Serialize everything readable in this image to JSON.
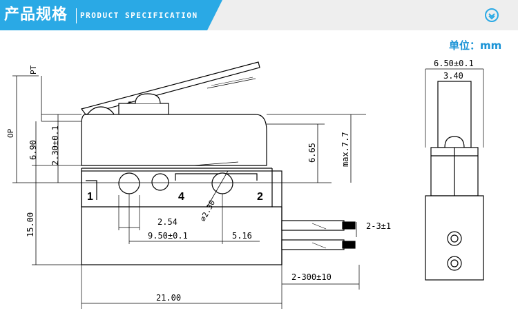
{
  "header": {
    "title": "产品规格",
    "subtitle": "PRODUCT SPECIFICATION",
    "accent_color": "#2aa9e5",
    "scroll_icon": "chevron-down-circle-icon"
  },
  "unit_label": "单位：mm",
  "front_view": {
    "dim_pt": "PT",
    "dim_op": "OP",
    "dim_690": "6.90",
    "dim_230": "2.30±0.1",
    "dim_665": "6.65",
    "dim_max77": "max.7.7",
    "dim_1500": "15.00",
    "dim_254": "2.54",
    "dim_hole": "⌀2.30",
    "dim_950": "9.50±0.1",
    "dim_516": "5.16",
    "dim_2100": "21.00",
    "dim_wire_strip": "2-3±1",
    "dim_wire_len": "2-300±10",
    "terminal_1": "1",
    "terminal_4": "4",
    "terminal_2": "2"
  },
  "side_view": {
    "dim_650": "6.50±0.1",
    "dim_340": "3.40"
  }
}
